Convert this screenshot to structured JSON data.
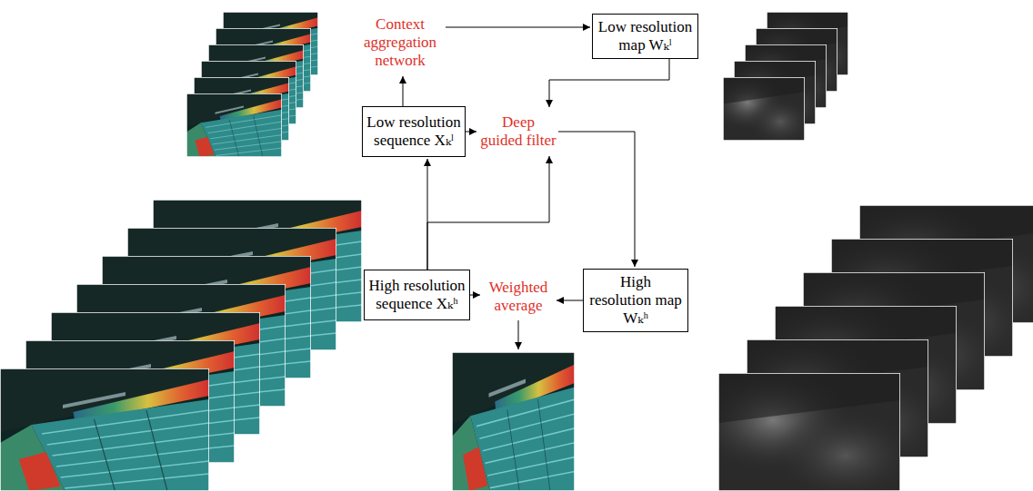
{
  "diagram": {
    "nodes": [
      {
        "text": [
          "Context aggregation network"
        ]
      },
      {
        "text": [
          "Low resolution map Wₖˡ"
        ]
      },
      {
        "text": [
          "Low resolution sequence Xₖˡ"
        ]
      },
      {
        "text": [
          "Deep guided filter"
        ]
      },
      {
        "text": [
          "High resolution sequence Xₖʰ"
        ]
      },
      {
        "text": [
          "Weighted average"
        ]
      },
      {
        "text": [
          "High resolution map Wₖʰ"
        ]
      }
    ],
    "edges": [
      {
        "from": 0,
        "to": 1,
        "arrow": "to"
      },
      {
        "from": 1,
        "to": 3,
        "arrow": "to"
      },
      {
        "from": 2,
        "to": 0,
        "arrow": "to"
      },
      {
        "from": 2,
        "to": 3,
        "arrow": "to"
      },
      {
        "from": 4,
        "to": 2,
        "arrow": "to"
      },
      {
        "from": 4,
        "to": 3,
        "arrow": "to"
      },
      {
        "from": 3,
        "to": 6,
        "arrow": "to"
      },
      {
        "from": 6,
        "to": 5,
        "arrow": "to"
      },
      {
        "from": 4,
        "to": 5,
        "arrow": "to"
      }
    ]
  }
}
